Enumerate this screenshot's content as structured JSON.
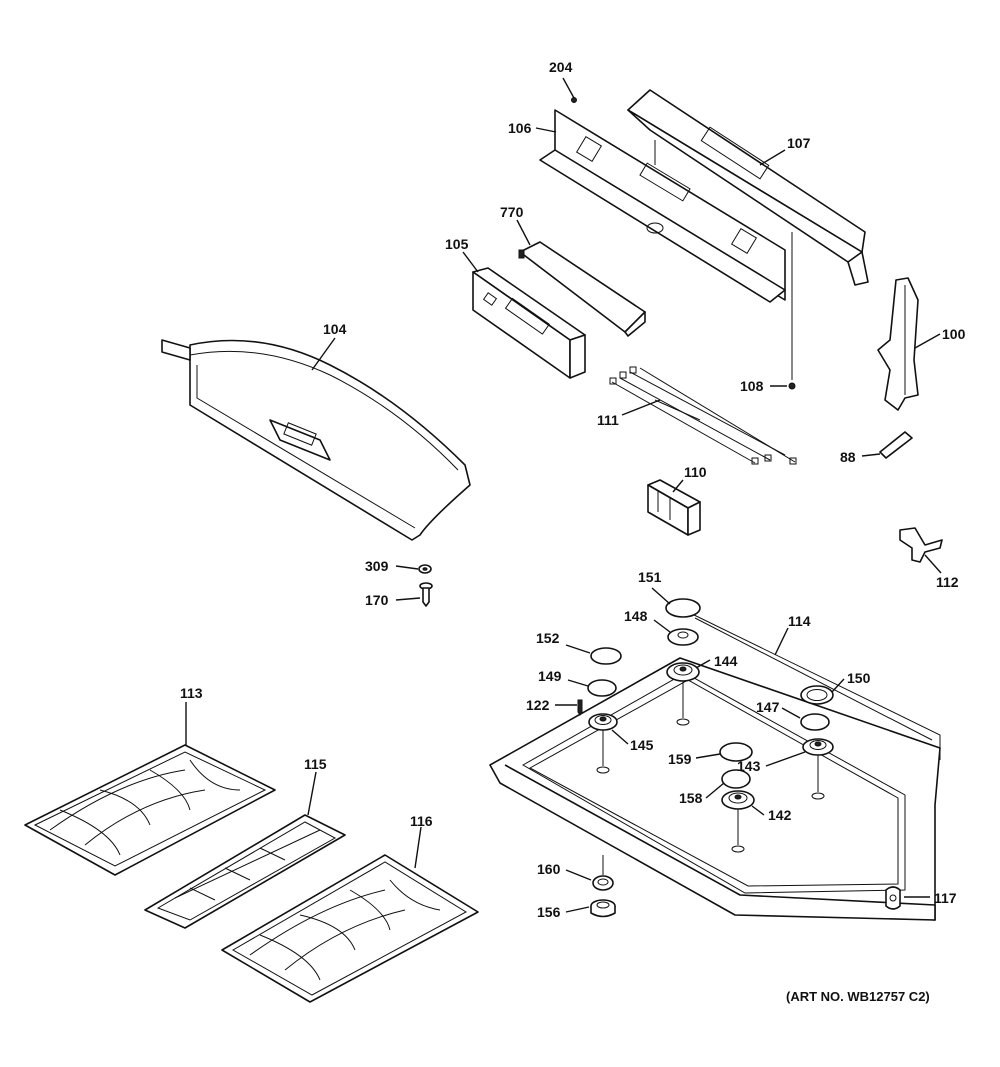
{
  "labels": {
    "p204": "204",
    "p106": "106",
    "p107": "107",
    "p770": "770",
    "p105": "105",
    "p104": "104",
    "p100": "100",
    "p108": "108",
    "p111": "111",
    "p88": "88",
    "p110": "110",
    "p112": "112",
    "p309": "309",
    "p170": "170",
    "p151": "151",
    "p148": "148",
    "p114": "114",
    "p152": "152",
    "p144": "144",
    "p149": "149",
    "p150": "150",
    "p122": "122",
    "p147": "147",
    "p145": "145",
    "p113": "113",
    "p159": "159",
    "p143": "143",
    "p115": "115",
    "p158": "158",
    "p142": "142",
    "p116": "116",
    "p160": "160",
    "p156": "156",
    "p117": "117"
  },
  "art_number": "(ART NO. WB12757 C2)"
}
